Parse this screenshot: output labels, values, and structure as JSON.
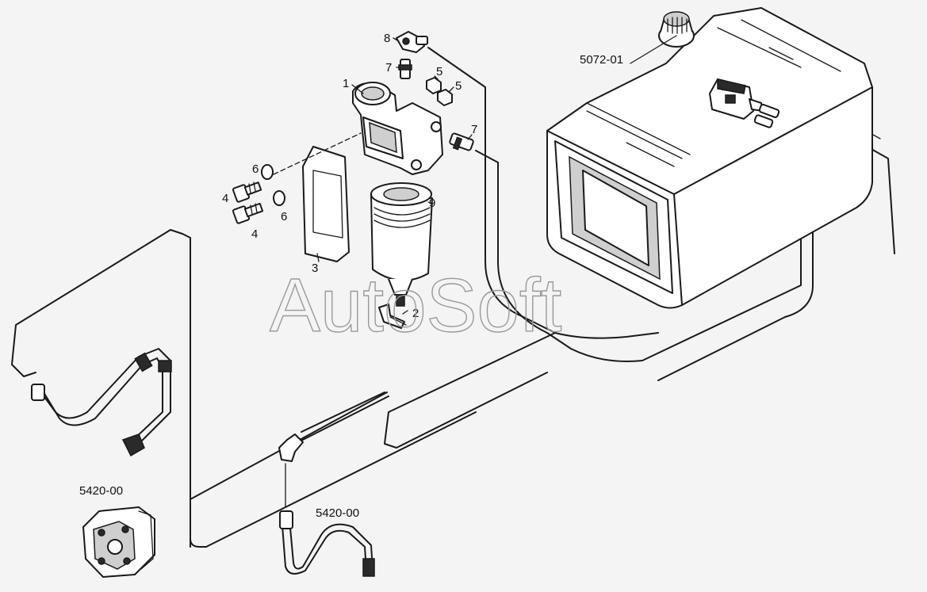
{
  "watermark": "AutoSoft",
  "references": {
    "tank": "5072-01",
    "pump": "5420-00",
    "hose": "5420-00"
  },
  "callouts": {
    "c1": "1",
    "c2": "2",
    "c3": "3",
    "c4a": "4",
    "c4b": "4",
    "c5a": "5",
    "c5b": "5",
    "c6a": "6",
    "c6b": "6",
    "c7a": "7",
    "c7b": "7",
    "c8": "8",
    "c9": "9"
  }
}
